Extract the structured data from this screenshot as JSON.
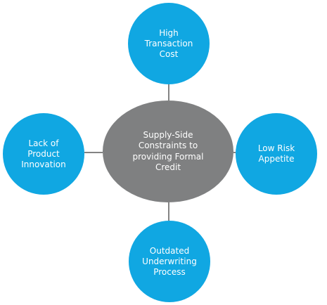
{
  "diagram": {
    "center": "Supply-Side\nConstraints to\nproviding Formal\nCredit",
    "nodes": {
      "top": "High\nTransaction\nCost",
      "right": "Low Risk\nAppetite",
      "bottom": "Outdated\nUnderwriting\nProcess",
      "left": "Lack of\nProduct\nInnovation"
    }
  },
  "colors": {
    "center_fill": "#7f8081",
    "node_fill": "#10a7e2",
    "connector": "#5a5a5a",
    "text": "#ffffff"
  }
}
